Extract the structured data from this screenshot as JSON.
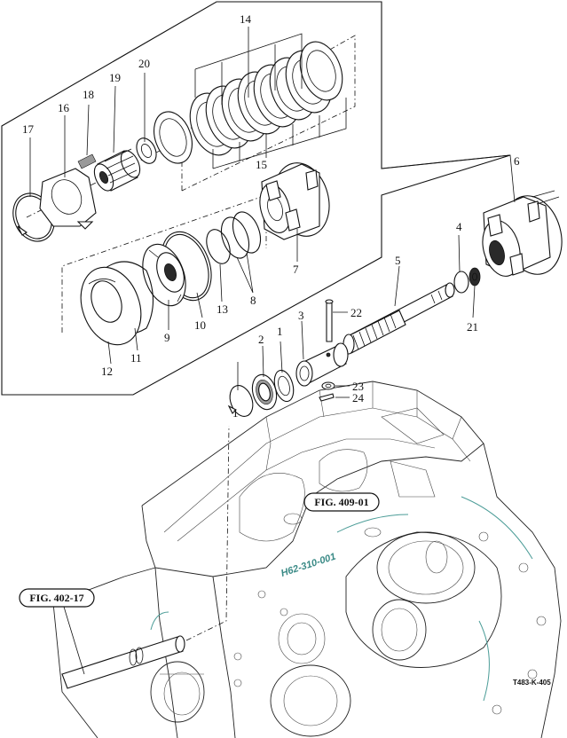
{
  "labels": {
    "l1a": "1",
    "l1b": "1",
    "l2": "2",
    "l3": "3",
    "l4": "4",
    "l5": "5",
    "l6": "6",
    "l7": "7",
    "l8": "8",
    "l9": "9",
    "l10": "10",
    "l11": "11",
    "l12": "12",
    "l13": "13",
    "l14": "14",
    "l15": "15",
    "l16": "16",
    "l17": "17",
    "l18": "18",
    "l19": "19",
    "l20": "20",
    "l21": "21",
    "l22": "22",
    "l23": "23",
    "l24": "24"
  },
  "references": {
    "fig_409": "FIG. 409-01",
    "fig_402": "FIG. 402-17"
  },
  "drawing_code": "T483-K-405",
  "casting_mark": "H62-310-001"
}
